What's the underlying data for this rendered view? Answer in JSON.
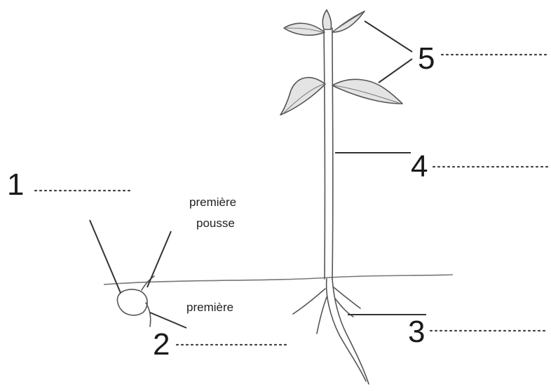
{
  "labels": {
    "n1": "1",
    "n2": "2",
    "n3": "3",
    "n4": "4",
    "n5": "5",
    "first_shoot_line1": "première",
    "first_shoot_line2": "pousse",
    "first_root_partial": "première"
  },
  "colors": {
    "ink": "#1a1a1a",
    "plant_outline": "#555555",
    "leaf_fill": "#e4e4e4"
  }
}
